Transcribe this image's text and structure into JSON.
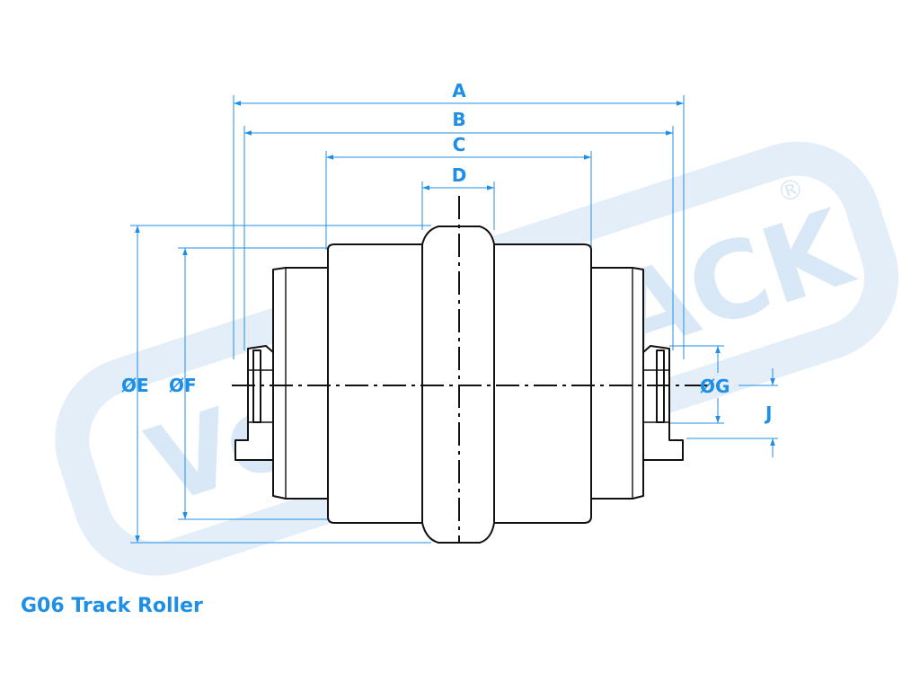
{
  "watermark": {
    "brand": "VemaTRACK",
    "registered_mark": "®"
  },
  "dimensions": {
    "A": "A",
    "B": "B",
    "C": "C",
    "D": "D",
    "E": "ØE",
    "F": "ØF",
    "G": "ØG",
    "J": "J"
  },
  "caption": "G06 Track Roller",
  "colors": {
    "accent": "#1f8fe6",
    "line": "#111111",
    "watermark": "#d9e8f6"
  }
}
